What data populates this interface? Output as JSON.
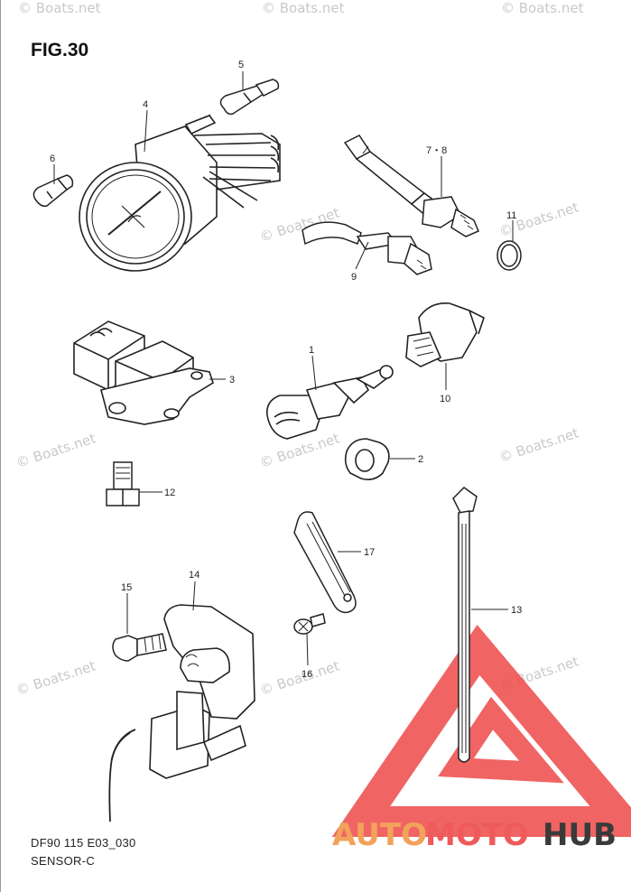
{
  "figure": {
    "title": "FIG.30",
    "code": "DF90 115 E03_030",
    "name": "SENSOR-C"
  },
  "watermark": {
    "text": "© Boats.net",
    "color": "#c9c9c9"
  },
  "brand": {
    "word_a": "AUTO",
    "word_b": "MOTO",
    "word_c": "HUB",
    "color_a": "#f2a25a",
    "color_b": "#ef5a5a",
    "color_c": "#3a3a3a",
    "mark_color": "#ee4a4a"
  },
  "callouts": {
    "c1": "1",
    "c2": "2",
    "c3": "3",
    "c4": "4",
    "c5": "5",
    "c6": "6",
    "c7": "7・8",
    "c9": "9",
    "c10": "10",
    "c11": "11",
    "c12": "12",
    "c13": "13",
    "c14": "14",
    "c15": "15",
    "c16": "16",
    "c17": "17"
  }
}
